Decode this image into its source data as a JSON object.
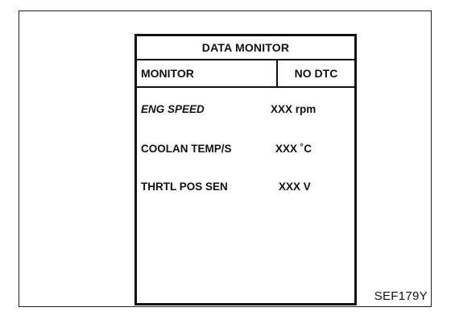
{
  "screen": {
    "title": "DATA MONITOR",
    "header": {
      "monitor_label": "MONITOR",
      "status": "NO DTC"
    },
    "rows": [
      {
        "label": "ENG SPEED",
        "value": "XXX rpm"
      },
      {
        "label": "COOLAN TEMP/S",
        "value": "XXX ˚C"
      },
      {
        "label": "THRTL POS SEN",
        "value": "XXX V"
      }
    ]
  },
  "figure_code": "SEF179Y"
}
